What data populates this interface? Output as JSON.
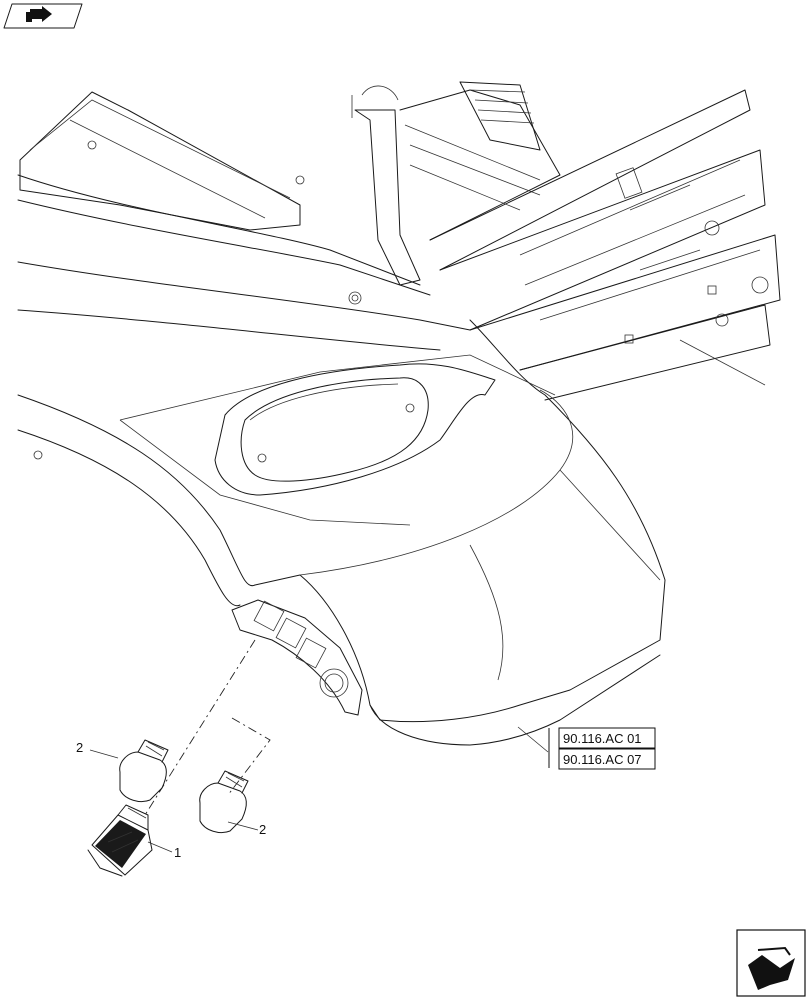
{
  "callouts": {
    "item_1": "1",
    "item_2a": "2",
    "item_2b": "2"
  },
  "references": [
    "90.116.AC 01",
    "90.116.AC 07"
  ]
}
